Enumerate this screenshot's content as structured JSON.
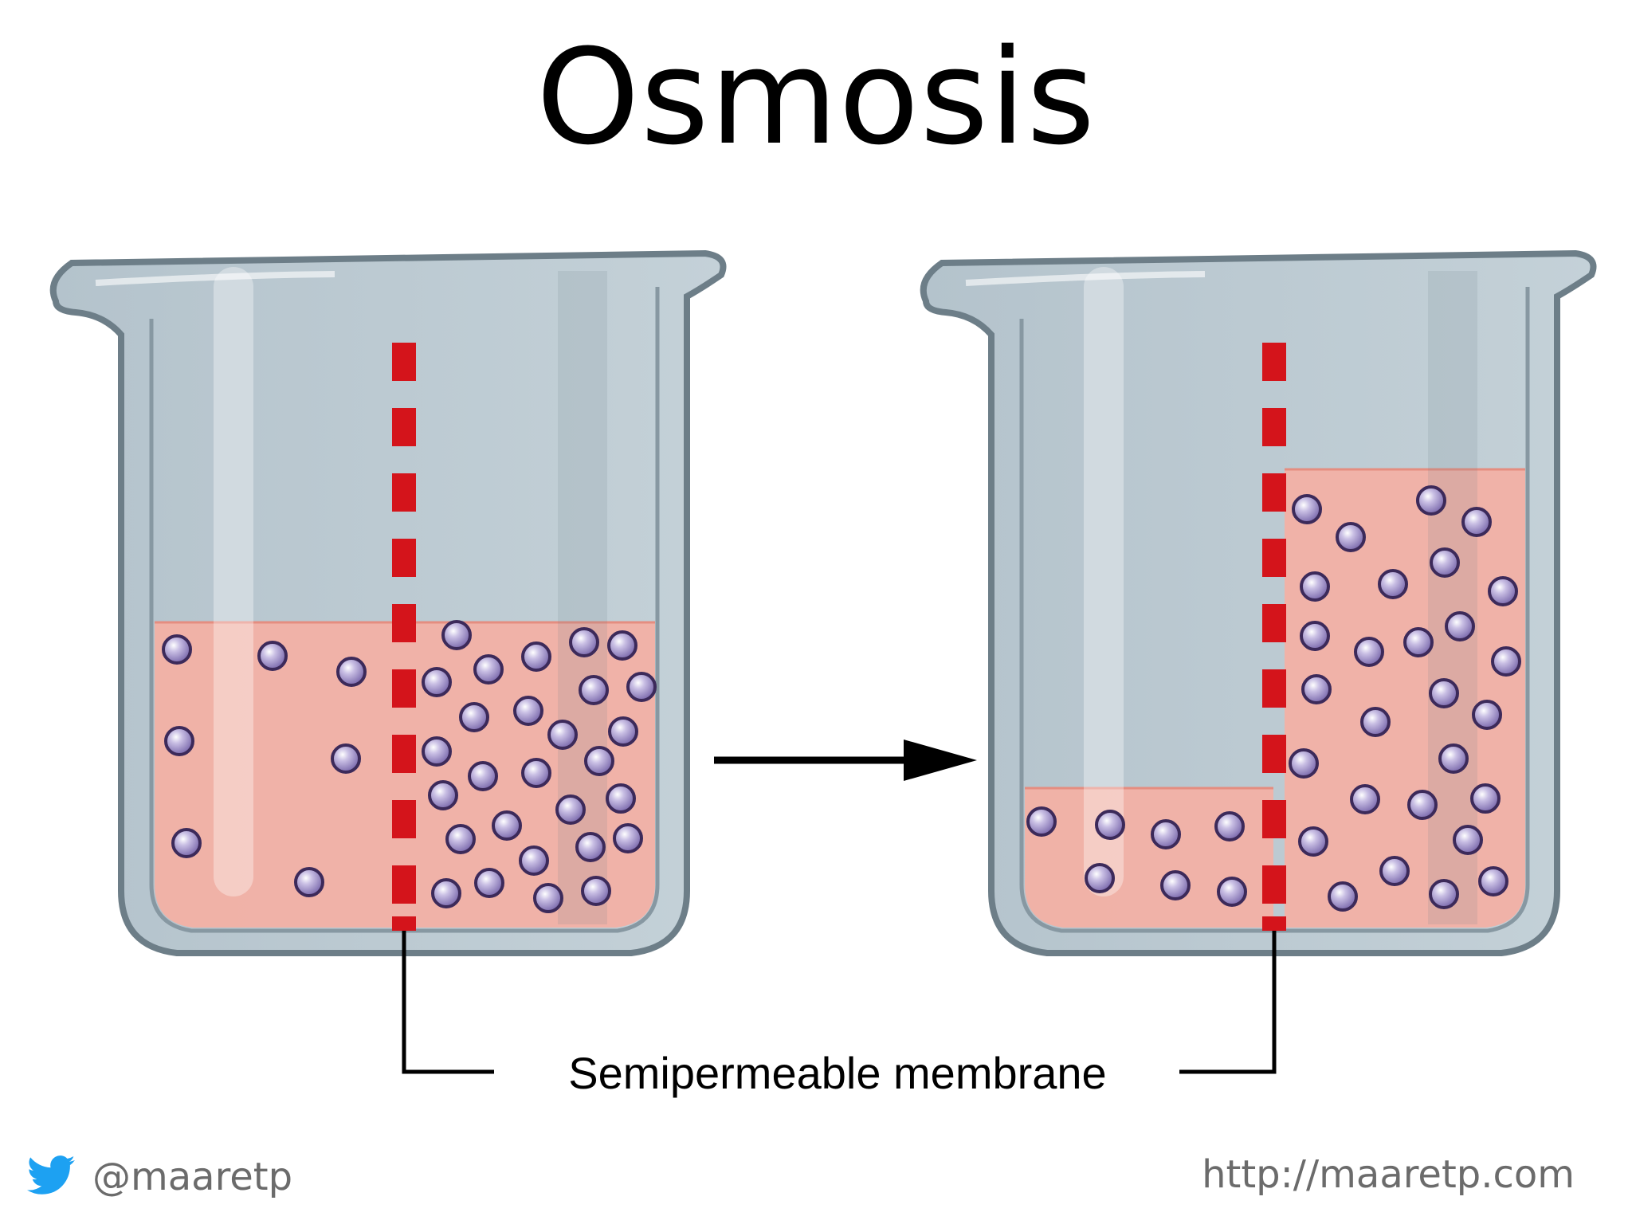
{
  "slide": {
    "title": "Osmosis",
    "membrane_label": "Semipermeable membrane",
    "footer": {
      "twitter_handle": "@maaretp",
      "website": "http://maaretp.com"
    }
  },
  "colors": {
    "solution": "#f4b0a4",
    "beaker_glass": "#bccad2",
    "beaker_outline": "#7b8c96",
    "membrane": "#d4141b",
    "particle": "#a090c8",
    "arrow": "#000000",
    "twitter_bird": "#1da1f2",
    "footer_text": "#6b6b6b"
  },
  "icons": {
    "twitter": "twitter-bird-icon"
  }
}
